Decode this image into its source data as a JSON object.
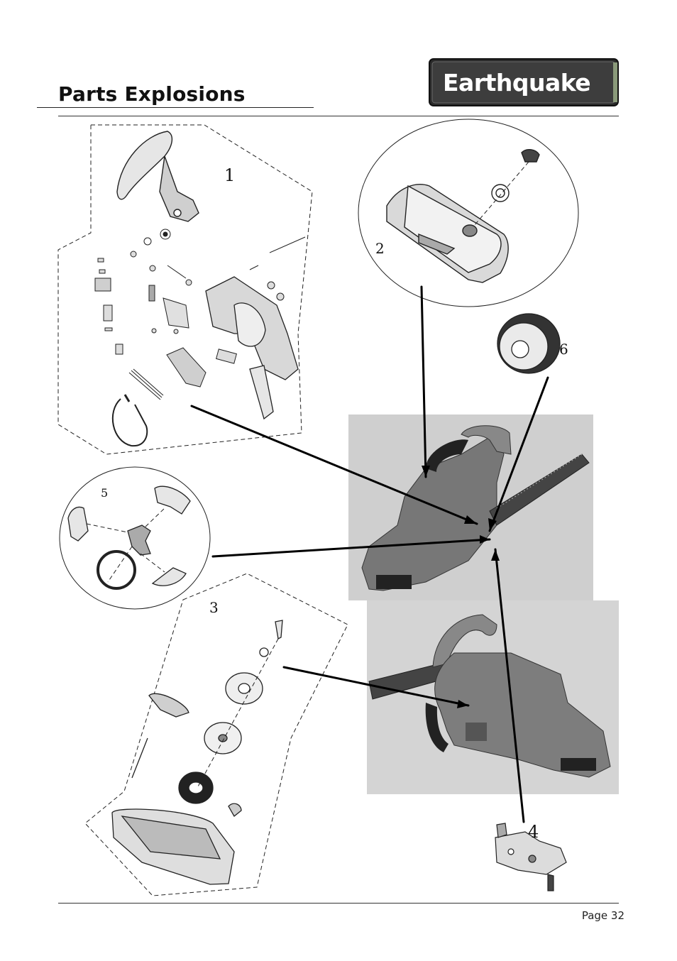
{
  "header": {
    "title": "Parts Explosions",
    "brand": "Earthquake"
  },
  "callouts": {
    "c1": "1",
    "c2": "2",
    "c3": "3",
    "c4": "4",
    "c5": "5",
    "c6": "6"
  },
  "footer": {
    "page_label": "Page 32"
  }
}
